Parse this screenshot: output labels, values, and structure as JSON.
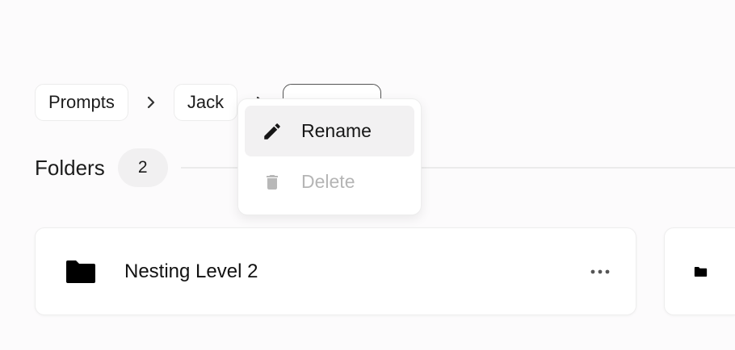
{
  "breadcrumb": {
    "items": [
      {
        "label": "Prompts"
      },
      {
        "label": "Jack"
      },
      {
        "label": ""
      }
    ]
  },
  "folders": {
    "title": "Folders",
    "count": "2",
    "items": [
      {
        "name": "Nesting Level 2"
      },
      {
        "name": ""
      }
    ]
  },
  "menu": {
    "items": [
      {
        "label": "Rename",
        "icon": "pencil-icon",
        "state": "hover"
      },
      {
        "label": "Delete",
        "icon": "trash-icon",
        "state": "disabled"
      }
    ]
  },
  "colors": {
    "background": "#fcfbfc",
    "text": "#161616",
    "disabled_text": "#b5b5b5",
    "hover_bg": "#f2f1f2"
  }
}
